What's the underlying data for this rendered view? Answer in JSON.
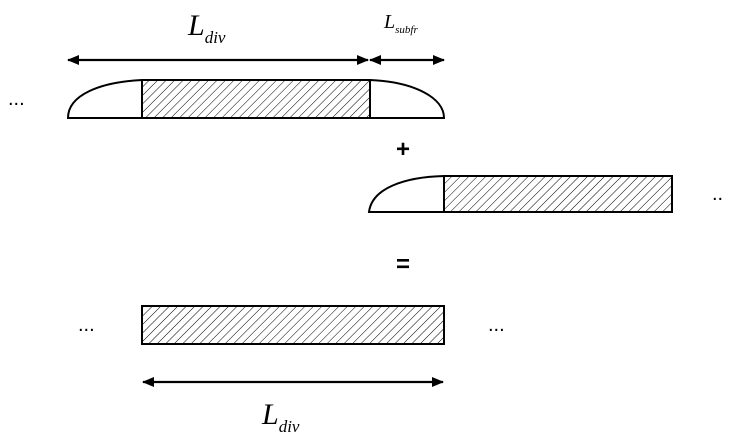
{
  "labels": {
    "l_div": {
      "main": "L",
      "sub": "div"
    },
    "l_subfr": {
      "main": "L",
      "sub": "subfr"
    }
  },
  "operators": {
    "plus": "+",
    "equals": "="
  },
  "ellipsis": "...",
  "ellipsis_short": ".."
}
